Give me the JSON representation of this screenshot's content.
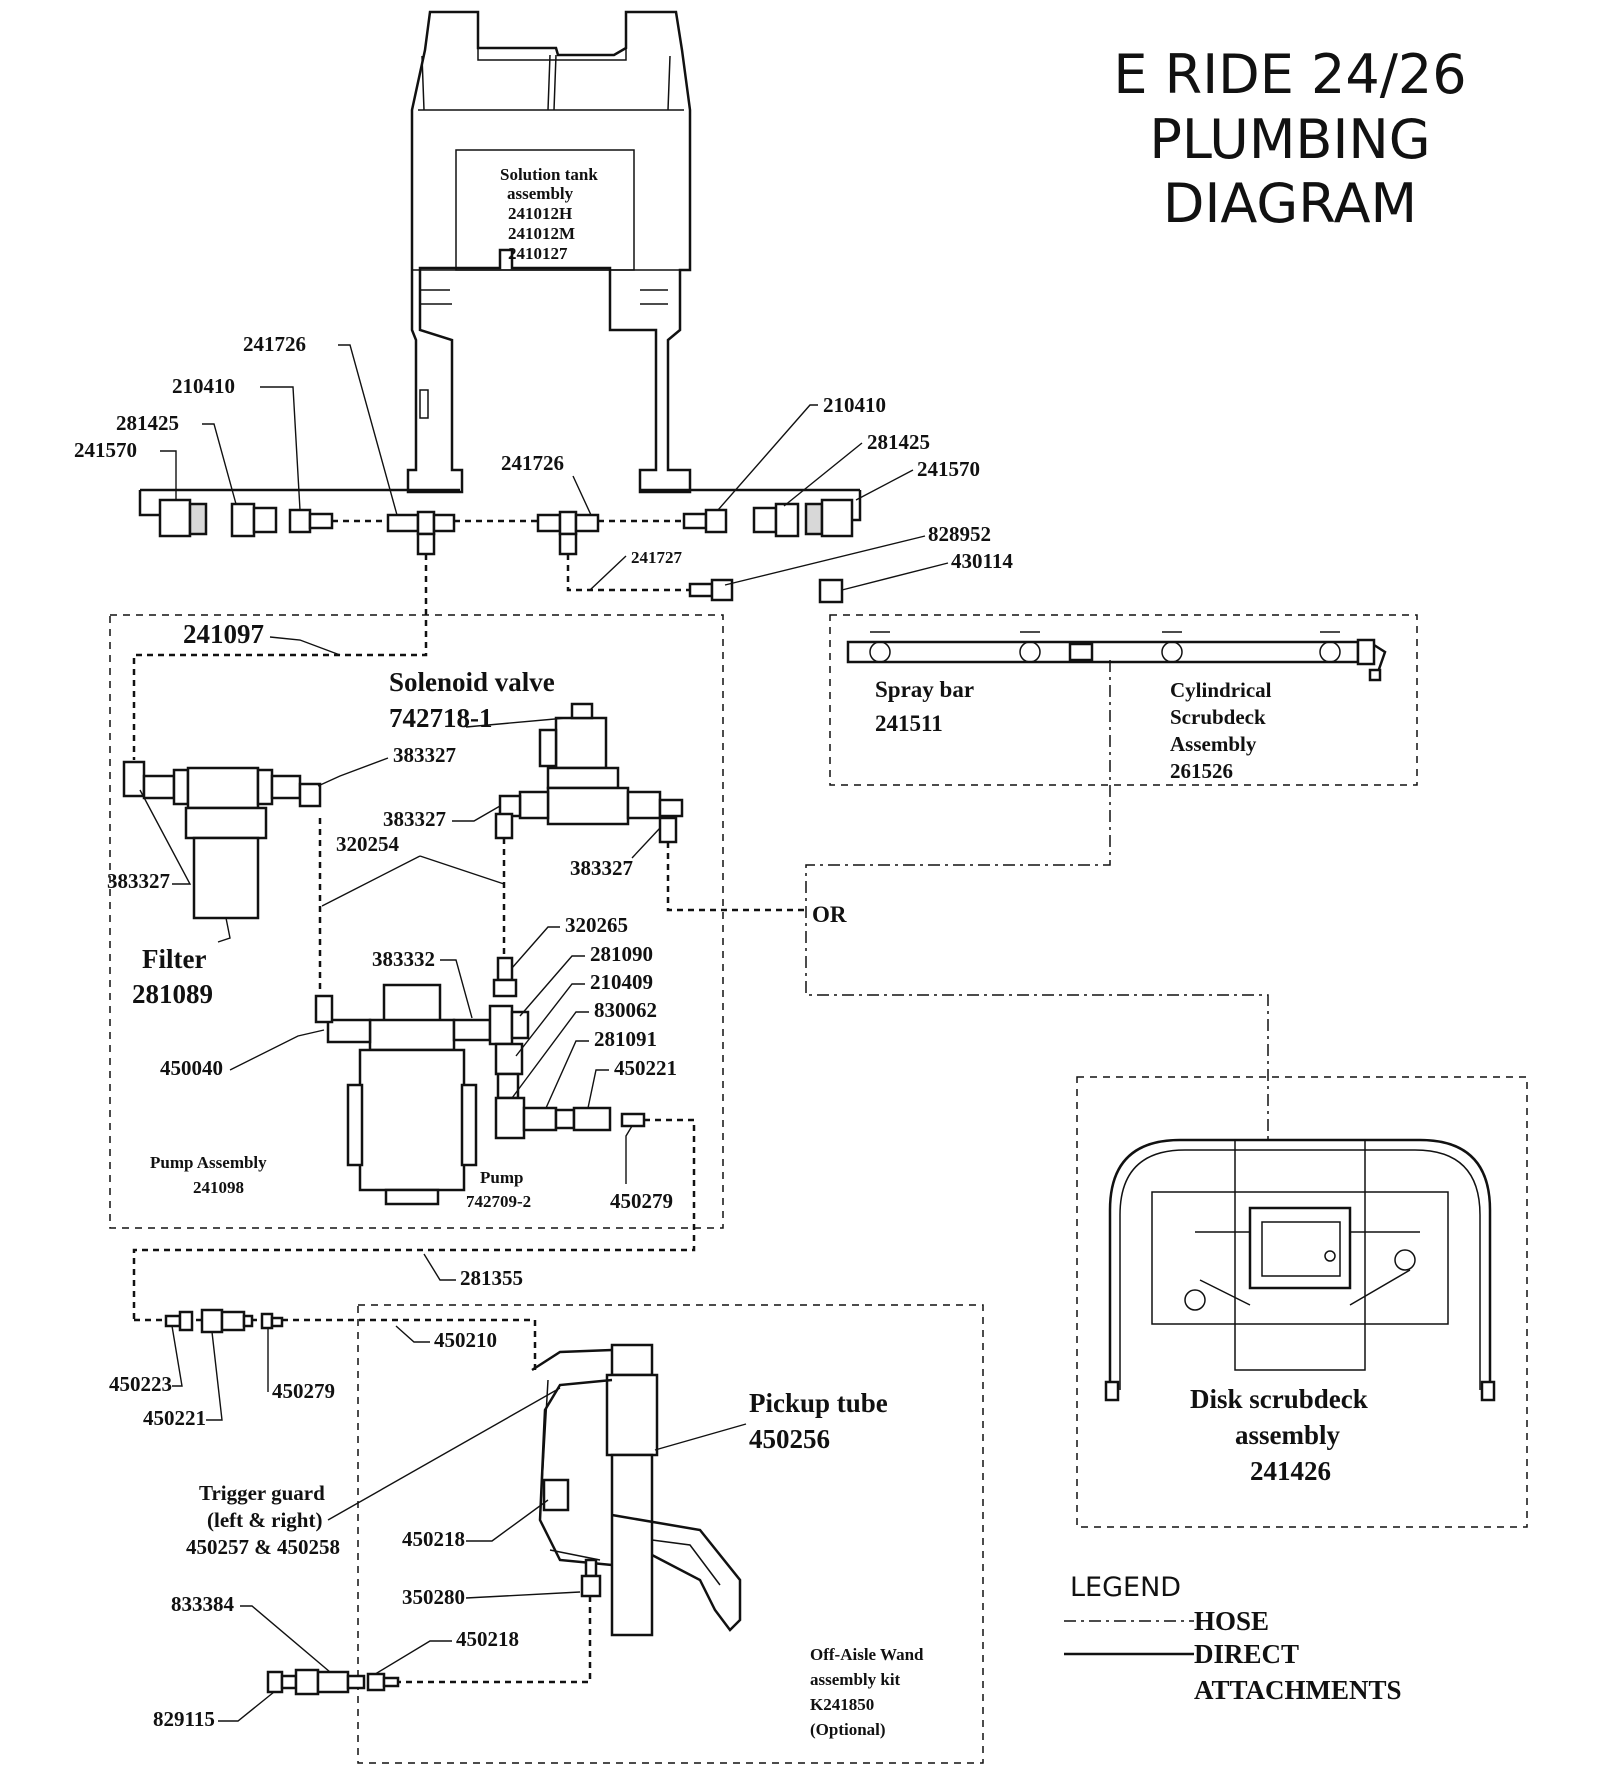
{
  "title": {
    "line1": "E RIDE 24/26",
    "line2": "PLUMBING",
    "line3": "DIAGRAM"
  },
  "solution_tank": {
    "line1": "Solution tank",
    "line2": "assembly",
    "line3": "241012H",
    "line4": "241012M",
    "line5": "2410127"
  },
  "upper_left_parts": {
    "p241726": "241726",
    "p210410": "210410",
    "p281425": "281425",
    "p241570": "241570"
  },
  "upper_right_parts": {
    "p241726": "241726",
    "p210410": "210410",
    "p281425": "281425",
    "p241570": "241570",
    "p241727": "241727",
    "p828952": "828952",
    "p430114": "430114"
  },
  "pump_section": {
    "p241097": "241097",
    "solenoid_label": "Solenoid valve",
    "solenoid_part": "742718-1",
    "p383327_a": "383327",
    "p383327_b": "383327",
    "p383327_c": "383327",
    "p383327_d": "383327",
    "p320254": "320254",
    "filter_label": "Filter",
    "filter_part": "281089",
    "p320265": "320265",
    "p281090": "281090",
    "p210409": "210409",
    "p830062": "830062",
    "p281091": "281091",
    "p450221": "450221",
    "p383332": "383332",
    "p450040": "450040",
    "pump_assembly_label": "Pump Assembly",
    "pump_assembly_part": "241098",
    "pump_label": "Pump",
    "pump_part": "742709-2",
    "p450279": "450279"
  },
  "spray_bar": {
    "label": "Spray bar",
    "part": "241511",
    "cyl_line1": "Cylindrical",
    "cyl_line2": "Scrubdeck",
    "cyl_line3": "Assembly",
    "cyl_part": "261526"
  },
  "or_label": "OR",
  "disk_scrubdeck": {
    "line1": "Disk scrubdeck",
    "line2": "assembly",
    "part": "241426"
  },
  "wand_section": {
    "p281355": "281355",
    "p450210": "450210",
    "p450223": "450223",
    "p450221": "450221",
    "p450279": "450279",
    "pickup_label": "Pickup tube",
    "pickup_part": "450256",
    "trigger_line1": "Trigger guard",
    "trigger_line2": "(left & right)",
    "trigger_line3": "450257 & 450258",
    "p450218_a": "450218",
    "p350280": "350280",
    "p450218_b": "450218",
    "p833384": "833384",
    "p829115": "829115",
    "kit_line1": "Off-Aisle Wand",
    "kit_line2": "assembly kit",
    "kit_line3": "K241850",
    "kit_line4": "(Optional)"
  },
  "legend": {
    "title": "LEGEND",
    "hose": "HOSE",
    "direct_line1": "DIRECT",
    "direct_line2": "ATTACHMENTS"
  }
}
